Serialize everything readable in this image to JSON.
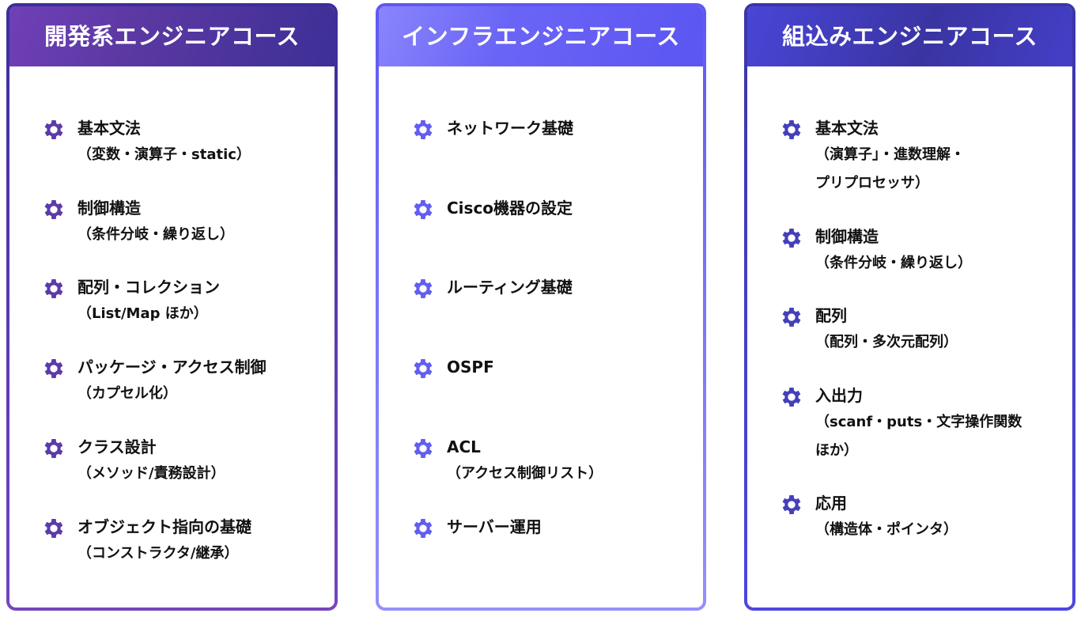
{
  "cards": [
    {
      "title": "開発系エンジニアコース",
      "accent": "#5d3aa8",
      "items": [
        {
          "title": "基本文法",
          "sub": "（変数・演算子・static）",
          "icon": "gear-icon"
        },
        {
          "title": "制御構造",
          "sub": "（条件分岐・繰り返し）",
          "icon": "gear-icon"
        },
        {
          "title": "配列・コレクション",
          "sub": "（List/Map ほか）",
          "icon": "gear-icon"
        },
        {
          "title": "パッケージ・アクセス制御",
          "sub": "（カプセル化）",
          "icon": "gear-icon"
        },
        {
          "title": "クラス設計",
          "sub": "（メソッド/責務設計）",
          "icon": "gear-icon"
        },
        {
          "title": "オブジェクト指向の基礎",
          "sub": "（コンストラクタ/継承）",
          "icon": "gear-icon"
        }
      ]
    },
    {
      "title": "インフラエンジニアコース",
      "accent": "#625df3",
      "items": [
        {
          "title": "ネットワーク基礎",
          "sub": "",
          "icon": "gear-icon"
        },
        {
          "title": "Cisco機器の設定",
          "sub": "",
          "icon": "gear-icon"
        },
        {
          "title": "ルーティング基礎",
          "sub": "",
          "icon": "gear-icon"
        },
        {
          "title": "OSPF",
          "sub": "",
          "icon": "gear-icon"
        },
        {
          "title": "ACL",
          "sub": "（アクセス制御リスト）",
          "icon": "gear-icon"
        },
        {
          "title": "サーバー運用",
          "sub": "",
          "icon": "gear-icon"
        }
      ]
    },
    {
      "title": "組込みエンジニアコース",
      "accent": "#4540b8",
      "items": [
        {
          "title": "基本文法",
          "sub": "（演算子」・進数理解・\nプリプロセッサ）",
          "icon": "gear-icon"
        },
        {
          "title": "制御構造",
          "sub": "（条件分岐・繰り返し）",
          "icon": "gear-icon"
        },
        {
          "title": "配列",
          "sub": "（配列・多次元配列）",
          "icon": "gear-icon"
        },
        {
          "title": "入出力",
          "sub": "（scanf・puts・文字操作関数\nほか）",
          "icon": "gear-icon"
        },
        {
          "title": "応用",
          "sub": "（構造体・ポインタ）",
          "icon": "gear-icon"
        }
      ]
    }
  ]
}
